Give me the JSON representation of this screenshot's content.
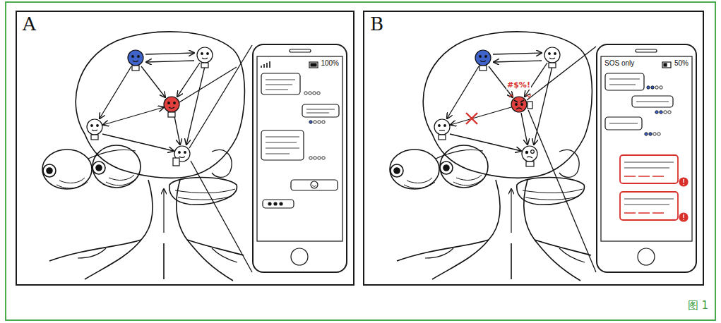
{
  "diagram": {
    "caption": "图 1",
    "nodes": [
      {
        "text": [
          "A"
        ]
      },
      {
        "text": [
          "100%"
        ],
        "in": 0
      },
      {
        "text": [
          "B"
        ]
      },
      {
        "text": [
          "SOS only",
          "50%"
        ],
        "in": 2
      }
    ],
    "labels": [
      "#$%!"
    ]
  }
}
